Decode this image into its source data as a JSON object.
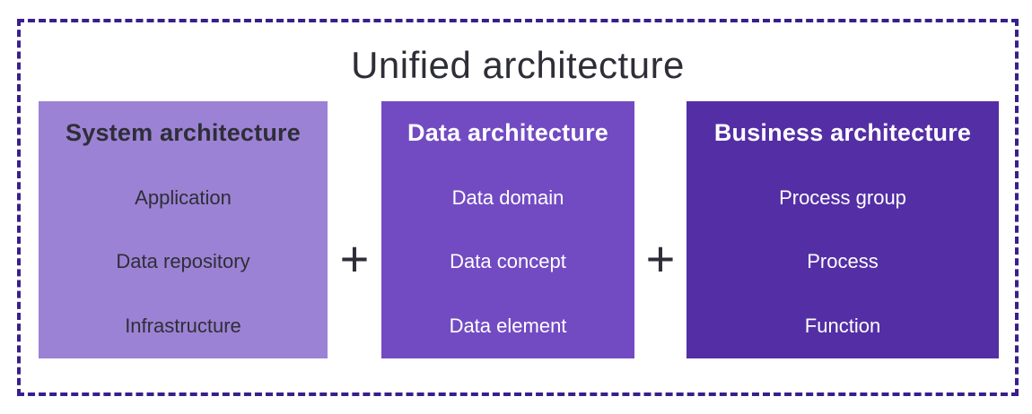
{
  "title": "Unified architecture",
  "plus_sign": "+",
  "colors": {
    "border": "#3A1E8C",
    "title_text": "#2E2E38",
    "plus": "#2E2E38",
    "box1_bg": "#9C82D4",
    "box1_text": "#2E2E38",
    "box2_bg": "#724BC3",
    "box3_bg": "#542EA5",
    "light_text": "#FFFFFF"
  },
  "boxes": [
    {
      "header": "System architecture",
      "items": [
        "Application",
        "Data repository",
        "Infrastructure"
      ]
    },
    {
      "header": "Data architecture",
      "items": [
        "Data domain",
        "Data concept",
        "Data element"
      ]
    },
    {
      "header": "Business architecture",
      "items": [
        "Process group",
        "Process",
        "Function"
      ]
    }
  ]
}
